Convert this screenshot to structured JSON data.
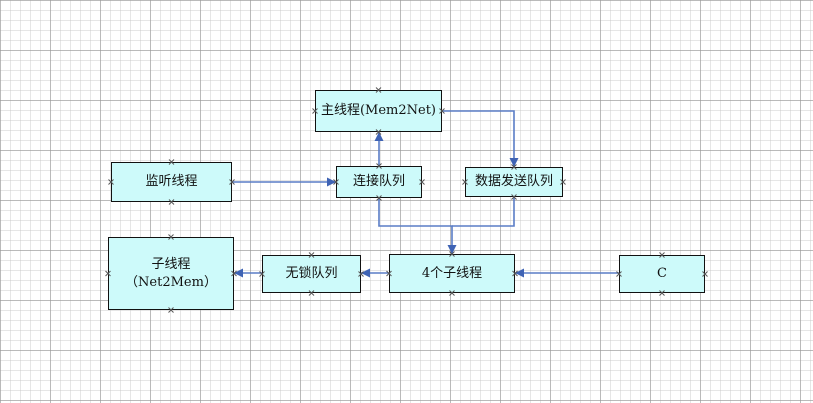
{
  "colors": {
    "node_fill": "#cdfafa",
    "edge": "#5a7dc6",
    "arrow": "#3f63b4"
  },
  "nodes": {
    "main": "主线程(Mem2Net)",
    "listen": "监听线程",
    "conn_queue": "连接队列",
    "send_queue": "数据发送队列",
    "child": "子线程\n（Net2Mem）",
    "lockfree": "无锁队列",
    "four": "4个子线程",
    "c": "C"
  }
}
